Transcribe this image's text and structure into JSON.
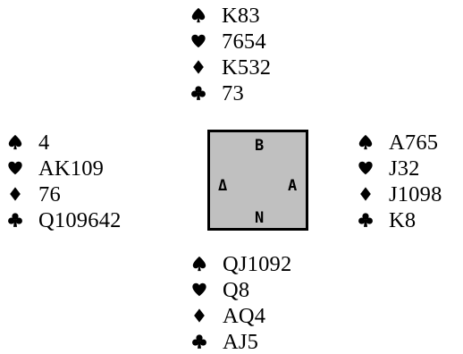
{
  "seats": {
    "top": "B",
    "left": "Δ",
    "right": "A",
    "bottom": "N"
  },
  "hands": {
    "north": {
      "spades": "K83",
      "hearts": "7654",
      "diamonds": "K532",
      "clubs": "73"
    },
    "west": {
      "spades": "4",
      "hearts": "AK109",
      "diamonds": "76",
      "clubs": "Q109642"
    },
    "east": {
      "spades": "A765",
      "hearts": "J32",
      "diamonds": "J1098",
      "clubs": "K8"
    },
    "south": {
      "spades": "QJ1092",
      "hearts": "Q8",
      "diamonds": "AQ4",
      "clubs": "AJ5"
    }
  },
  "icons": {
    "spades": "spade-icon",
    "hearts": "heart-icon",
    "diamonds": "diamond-icon",
    "clubs": "club-icon"
  },
  "colors": {
    "table_fill": "#c0c0c0",
    "suit_symbols": "#000000"
  }
}
